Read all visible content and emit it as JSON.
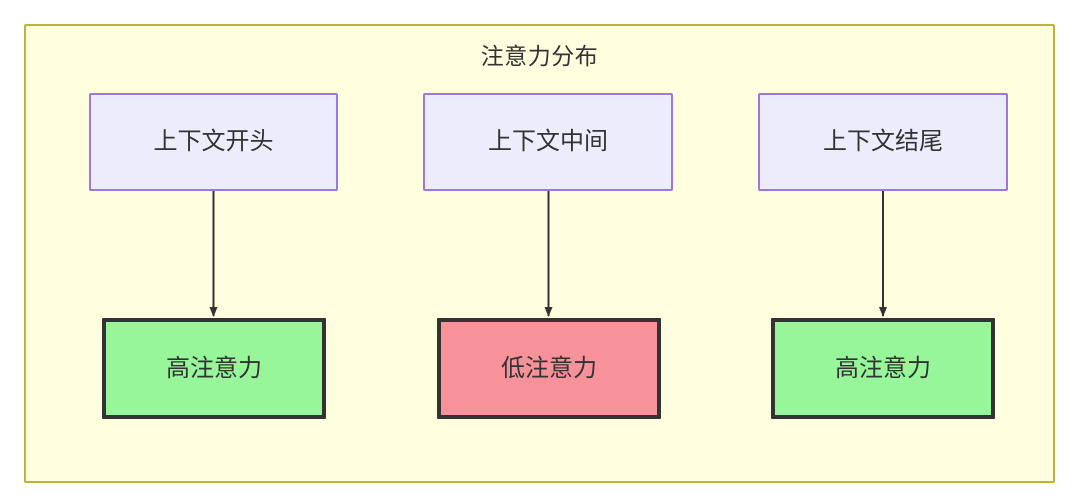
{
  "diagram": {
    "title": "注意力分布",
    "container": {
      "fill": "#FFFFE0",
      "border": "#BFB33B"
    },
    "top_nodes": [
      {
        "id": "context-start",
        "label": "上下文开头",
        "fill": "#ECECFD",
        "border": "#9D76E0"
      },
      {
        "id": "context-middle",
        "label": "上下文中间",
        "fill": "#ECECFD",
        "border": "#9D76E0"
      },
      {
        "id": "context-end",
        "label": "上下文结尾",
        "fill": "#ECECFD",
        "border": "#9D76E0"
      }
    ],
    "bottom_nodes": [
      {
        "id": "high-attention-start",
        "label": "高注意力",
        "fill": "#97F69A",
        "border": "#333333"
      },
      {
        "id": "low-attention-middle",
        "label": "低注意力",
        "fill": "#F7919A",
        "border": "#333333"
      },
      {
        "id": "high-attention-end",
        "label": "高注意力",
        "fill": "#97F69A",
        "border": "#333333"
      }
    ],
    "edges": [
      {
        "from": "context-start",
        "to": "high-attention-start",
        "label": ""
      },
      {
        "from": "context-middle",
        "to": "low-attention-middle",
        "label": ""
      },
      {
        "from": "context-end",
        "to": "high-attention-end",
        "label": ""
      }
    ],
    "edge_color": "#333333"
  }
}
